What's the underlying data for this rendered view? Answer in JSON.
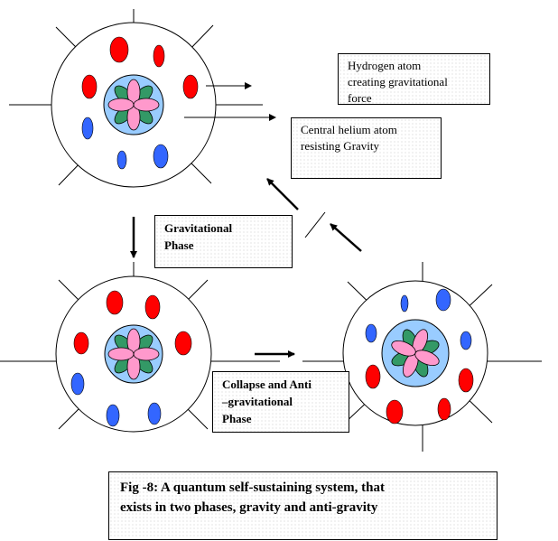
{
  "labels": {
    "hydrogen": [
      "Hydrogen atom",
      "creating gravitational",
      "force"
    ],
    "helium": [
      "Central helium atom",
      "resisting Gravity"
    ],
    "gravitational": [
      "Gravitational",
      "Phase"
    ],
    "collapse": [
      "Collapse and Anti",
      "–gravitational",
      "Phase"
    ]
  },
  "caption": [
    "Fig -8: A quantum self-sustaining system, that",
    "exists in two phases, gravity and anti-gravity"
  ],
  "colors": {
    "hydrogen_upper": "#ff0000",
    "hydrogen_lower": "#3366ff",
    "nucleus": "#99ccff",
    "petal_pink": "#ff99cc",
    "petal_green": "#339966"
  }
}
